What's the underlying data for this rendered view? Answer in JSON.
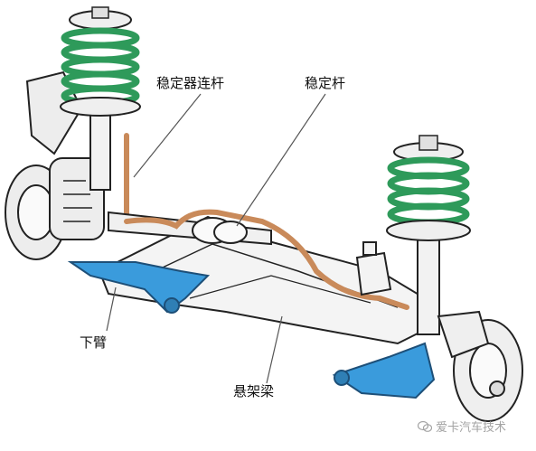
{
  "labels": {
    "stabilizer_link": "稳定器连杆",
    "stabilizer_bar": "稳定杆",
    "lower_arm": "下臂",
    "subframe": "悬架梁"
  },
  "watermark": {
    "text": "爱卡汽车技术"
  },
  "colors": {
    "spring": "#2e9a5a",
    "lower_arm": "#3a9bdc",
    "stabilizer": "#c98a5a",
    "outline": "#222222",
    "leader": "#555555"
  }
}
